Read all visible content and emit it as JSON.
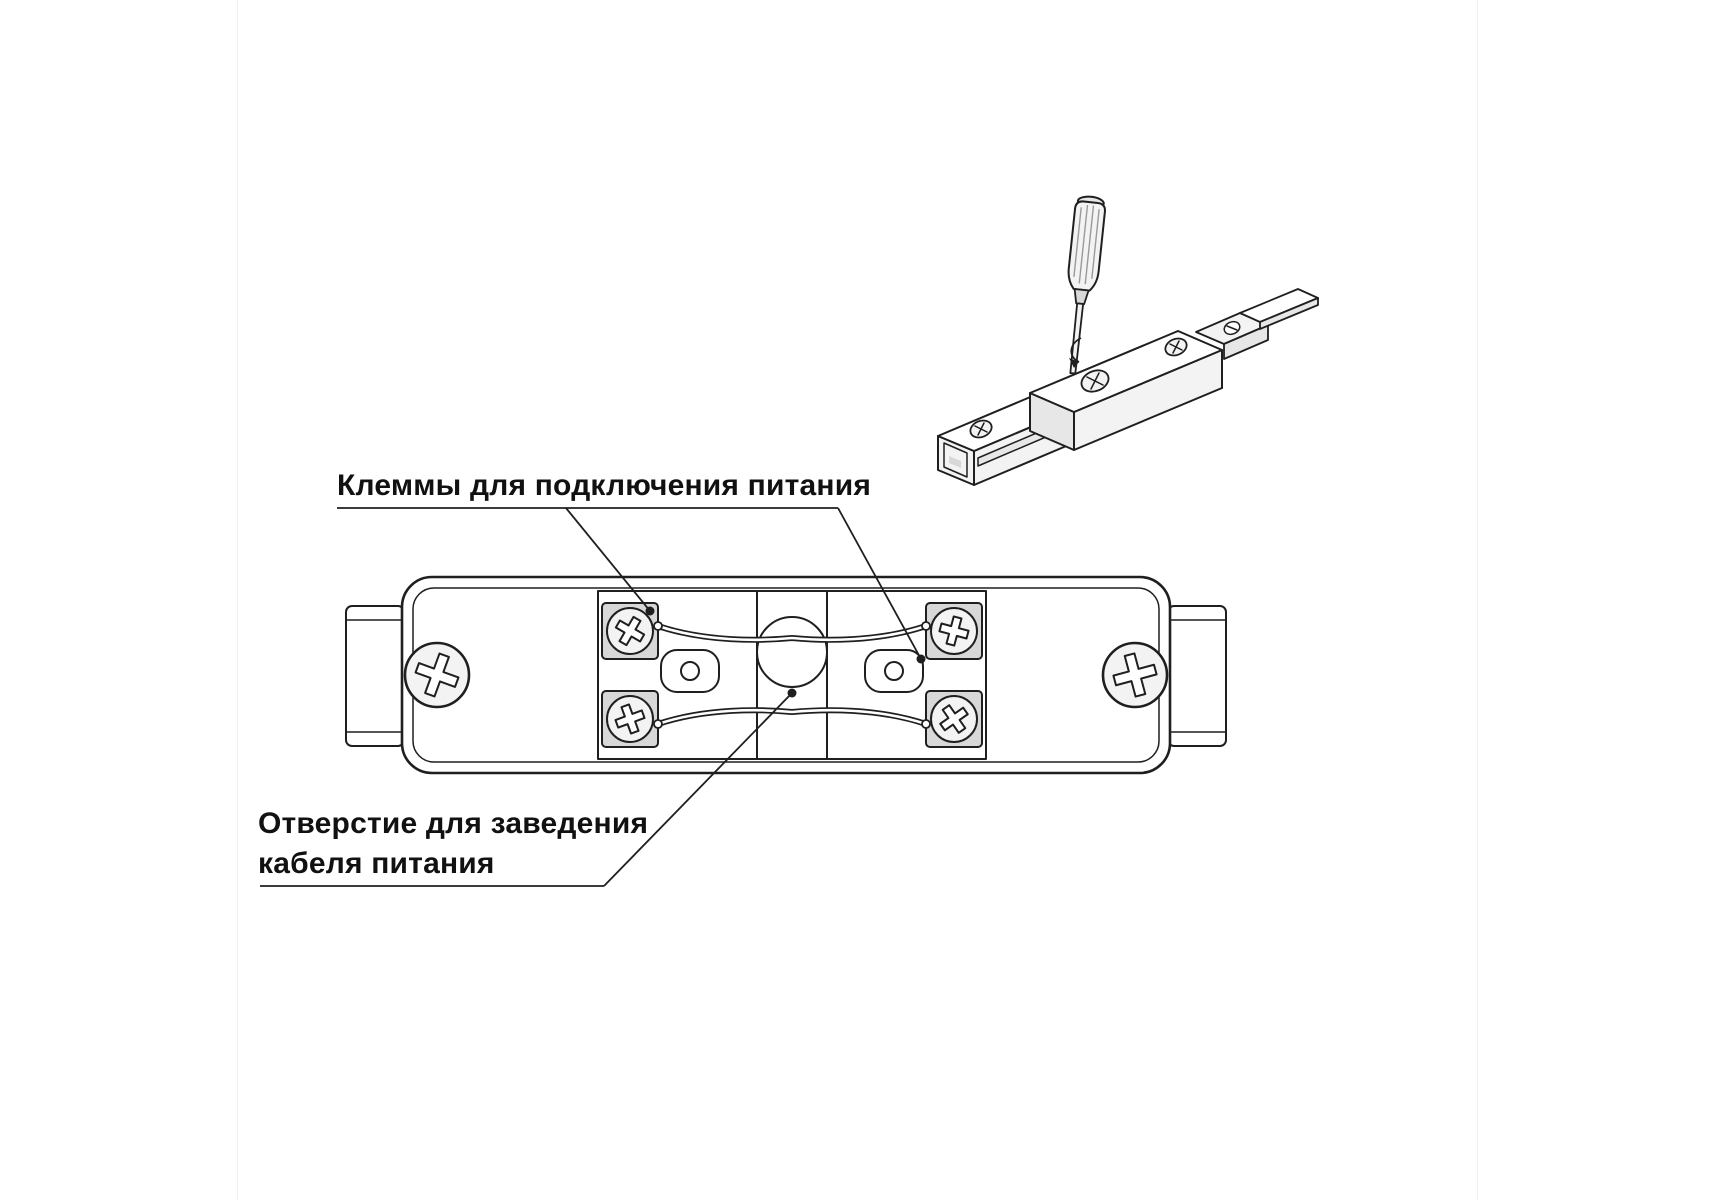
{
  "colors": {
    "ink": "#1f1f1f",
    "text": "#111111",
    "background": "#ffffff",
    "fill_light": "#f3f3f3",
    "fill_mid": "#e7e7e7",
    "fill_dark": "#d8d8d8"
  },
  "annotations": {
    "terminals": {
      "label": "Клеммы для подключения питания"
    },
    "cable_hole": {
      "label_line1": "Отверстие для заведения",
      "label_line2": "кабеля питания"
    }
  }
}
